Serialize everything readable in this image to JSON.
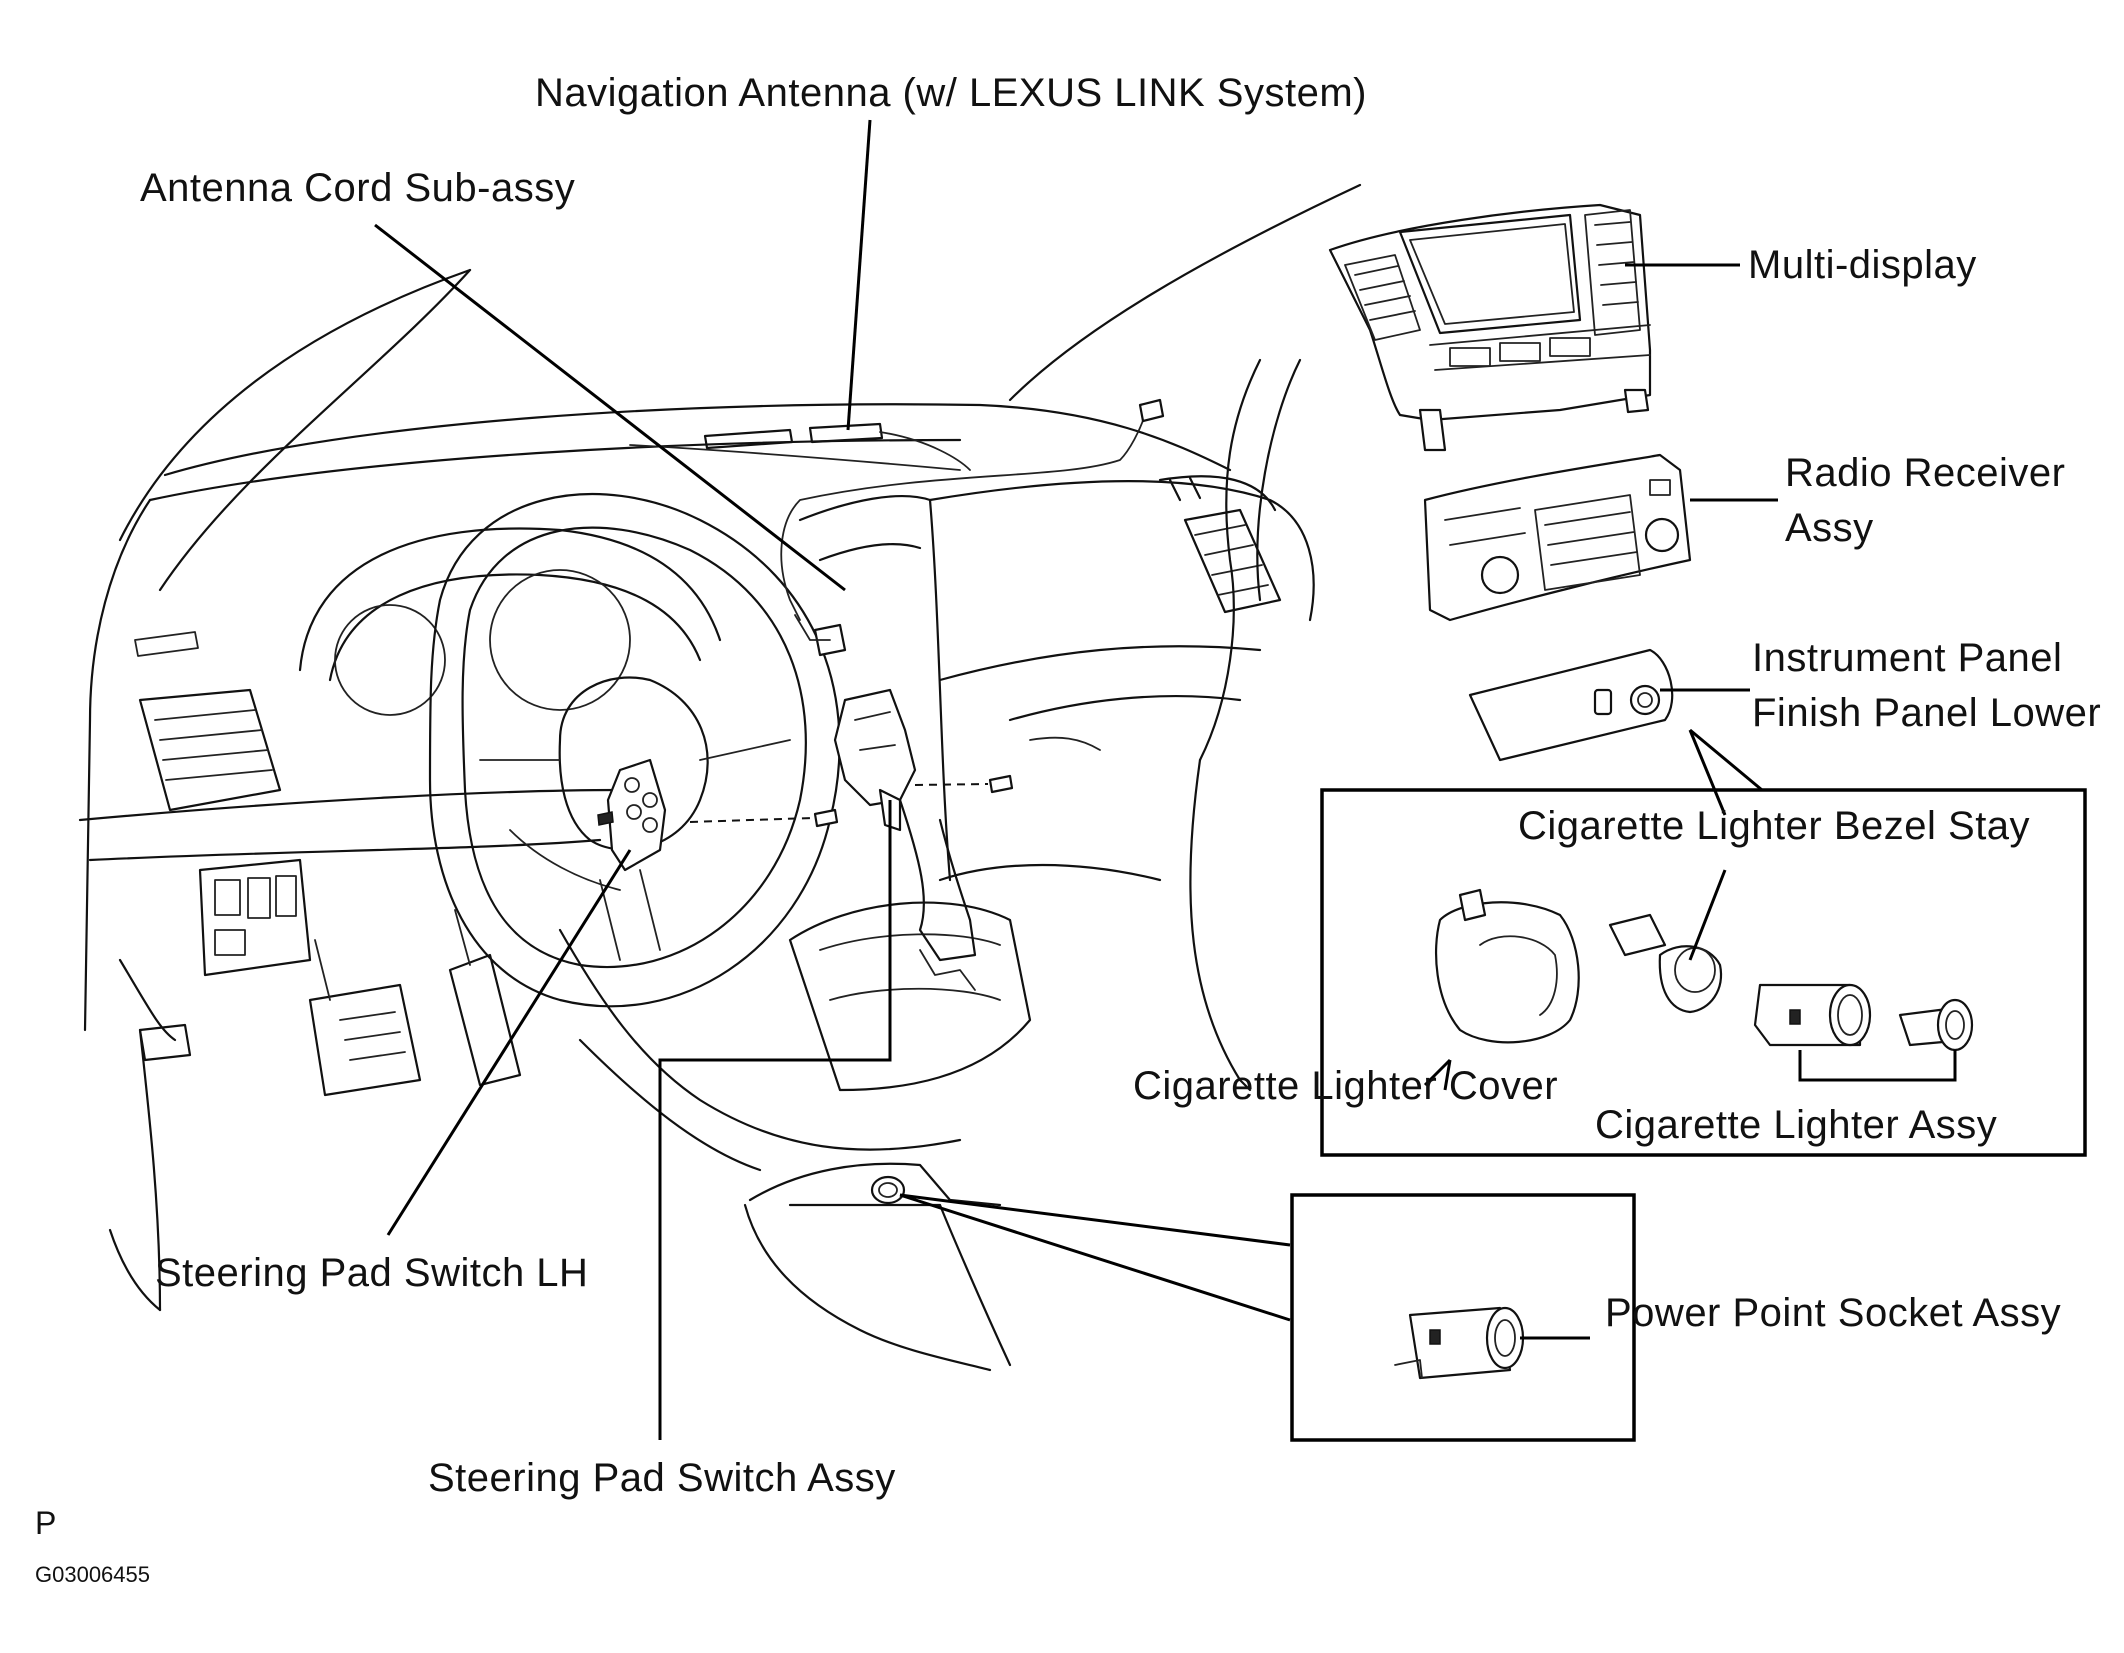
{
  "labels": {
    "navigation_antenna": "Navigation Antenna (w/ LEXUS LINK System)",
    "antenna_cord": "Antenna Cord Sub-assy",
    "multi_display": "Multi-display",
    "radio_receiver_line1": "Radio Receiver",
    "radio_receiver_line2": "Assy",
    "instrument_panel_line1": "Instrument Panel",
    "instrument_panel_line2": "Finish Panel Lower",
    "bezel_stay": "Cigarette Lighter Bezel Stay",
    "lighter_cover": "Cigarette Lighter Cover",
    "lighter_assy": "Cigarette Lighter Assy",
    "steering_pad_lh": "Steering Pad Switch LH",
    "power_point": "Power Point Socket Assy",
    "steering_pad_assy": "Steering Pad Switch Assy"
  },
  "footer": {
    "view_mark": "P",
    "figure_code": "G03006455"
  },
  "style": {
    "line_color": "#111111",
    "background": "#ffffff"
  }
}
